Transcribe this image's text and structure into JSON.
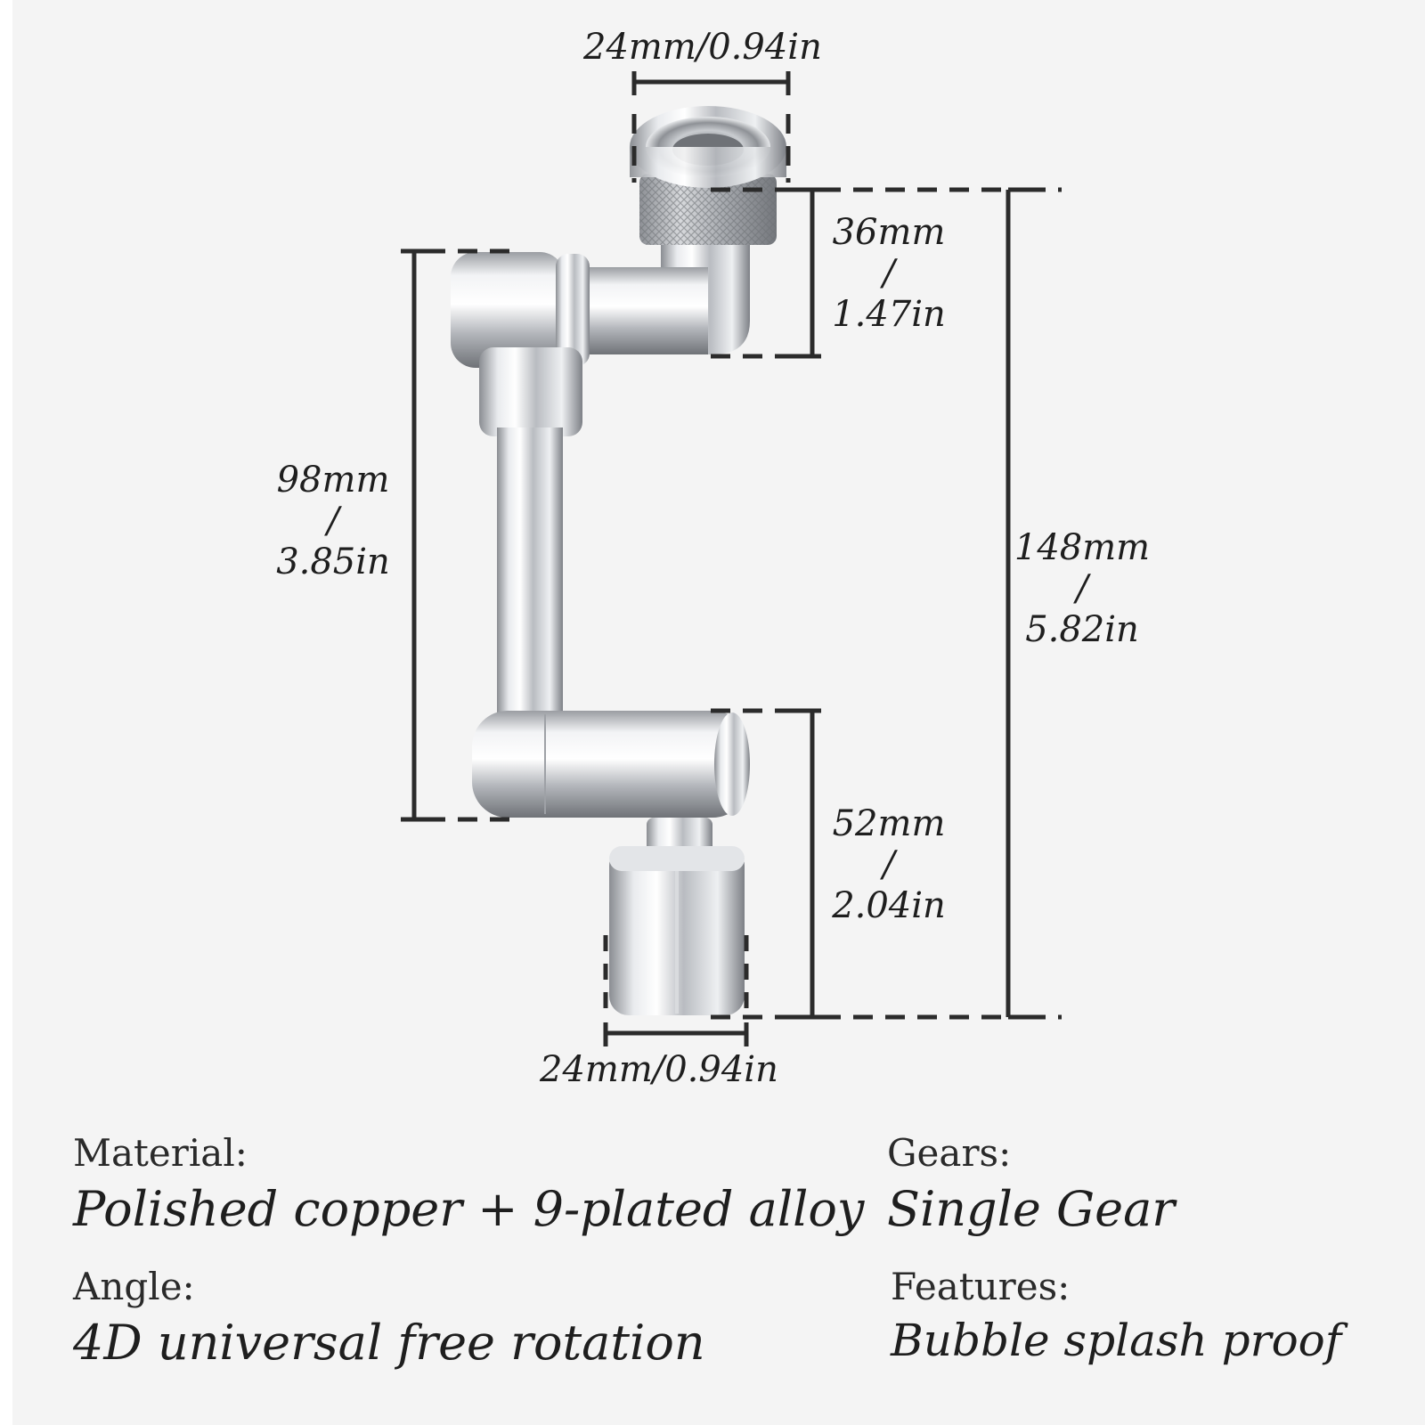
{
  "dimensions": {
    "top_width": "24mm/0.94in",
    "connector_height": {
      "mm": "36mm",
      "sep": "/",
      "in": "1.47in"
    },
    "arm_height": {
      "mm": "98mm",
      "sep": "/",
      "in": "3.85in"
    },
    "total_height": {
      "mm": "148mm",
      "sep": "/",
      "in": "5.82in"
    },
    "nozzle_height": {
      "mm": "52mm",
      "sep": "/",
      "in": "2.04in"
    },
    "bottom_width": "24mm/0.94in"
  },
  "specs": {
    "material": {
      "label": "Material:",
      "value": "Polished copper + 9-plated alloy"
    },
    "gears": {
      "label": "Gears:",
      "value": "Single Gear"
    },
    "angle": {
      "label": "Angle:",
      "value": "4D universal free rotation"
    },
    "features": {
      "label": "Features:",
      "value": "Bubble splash proof"
    }
  },
  "colors": {
    "background": "#f4f4f4",
    "dimension_line": "#2b2b2b",
    "text": "#1e1e1e"
  }
}
